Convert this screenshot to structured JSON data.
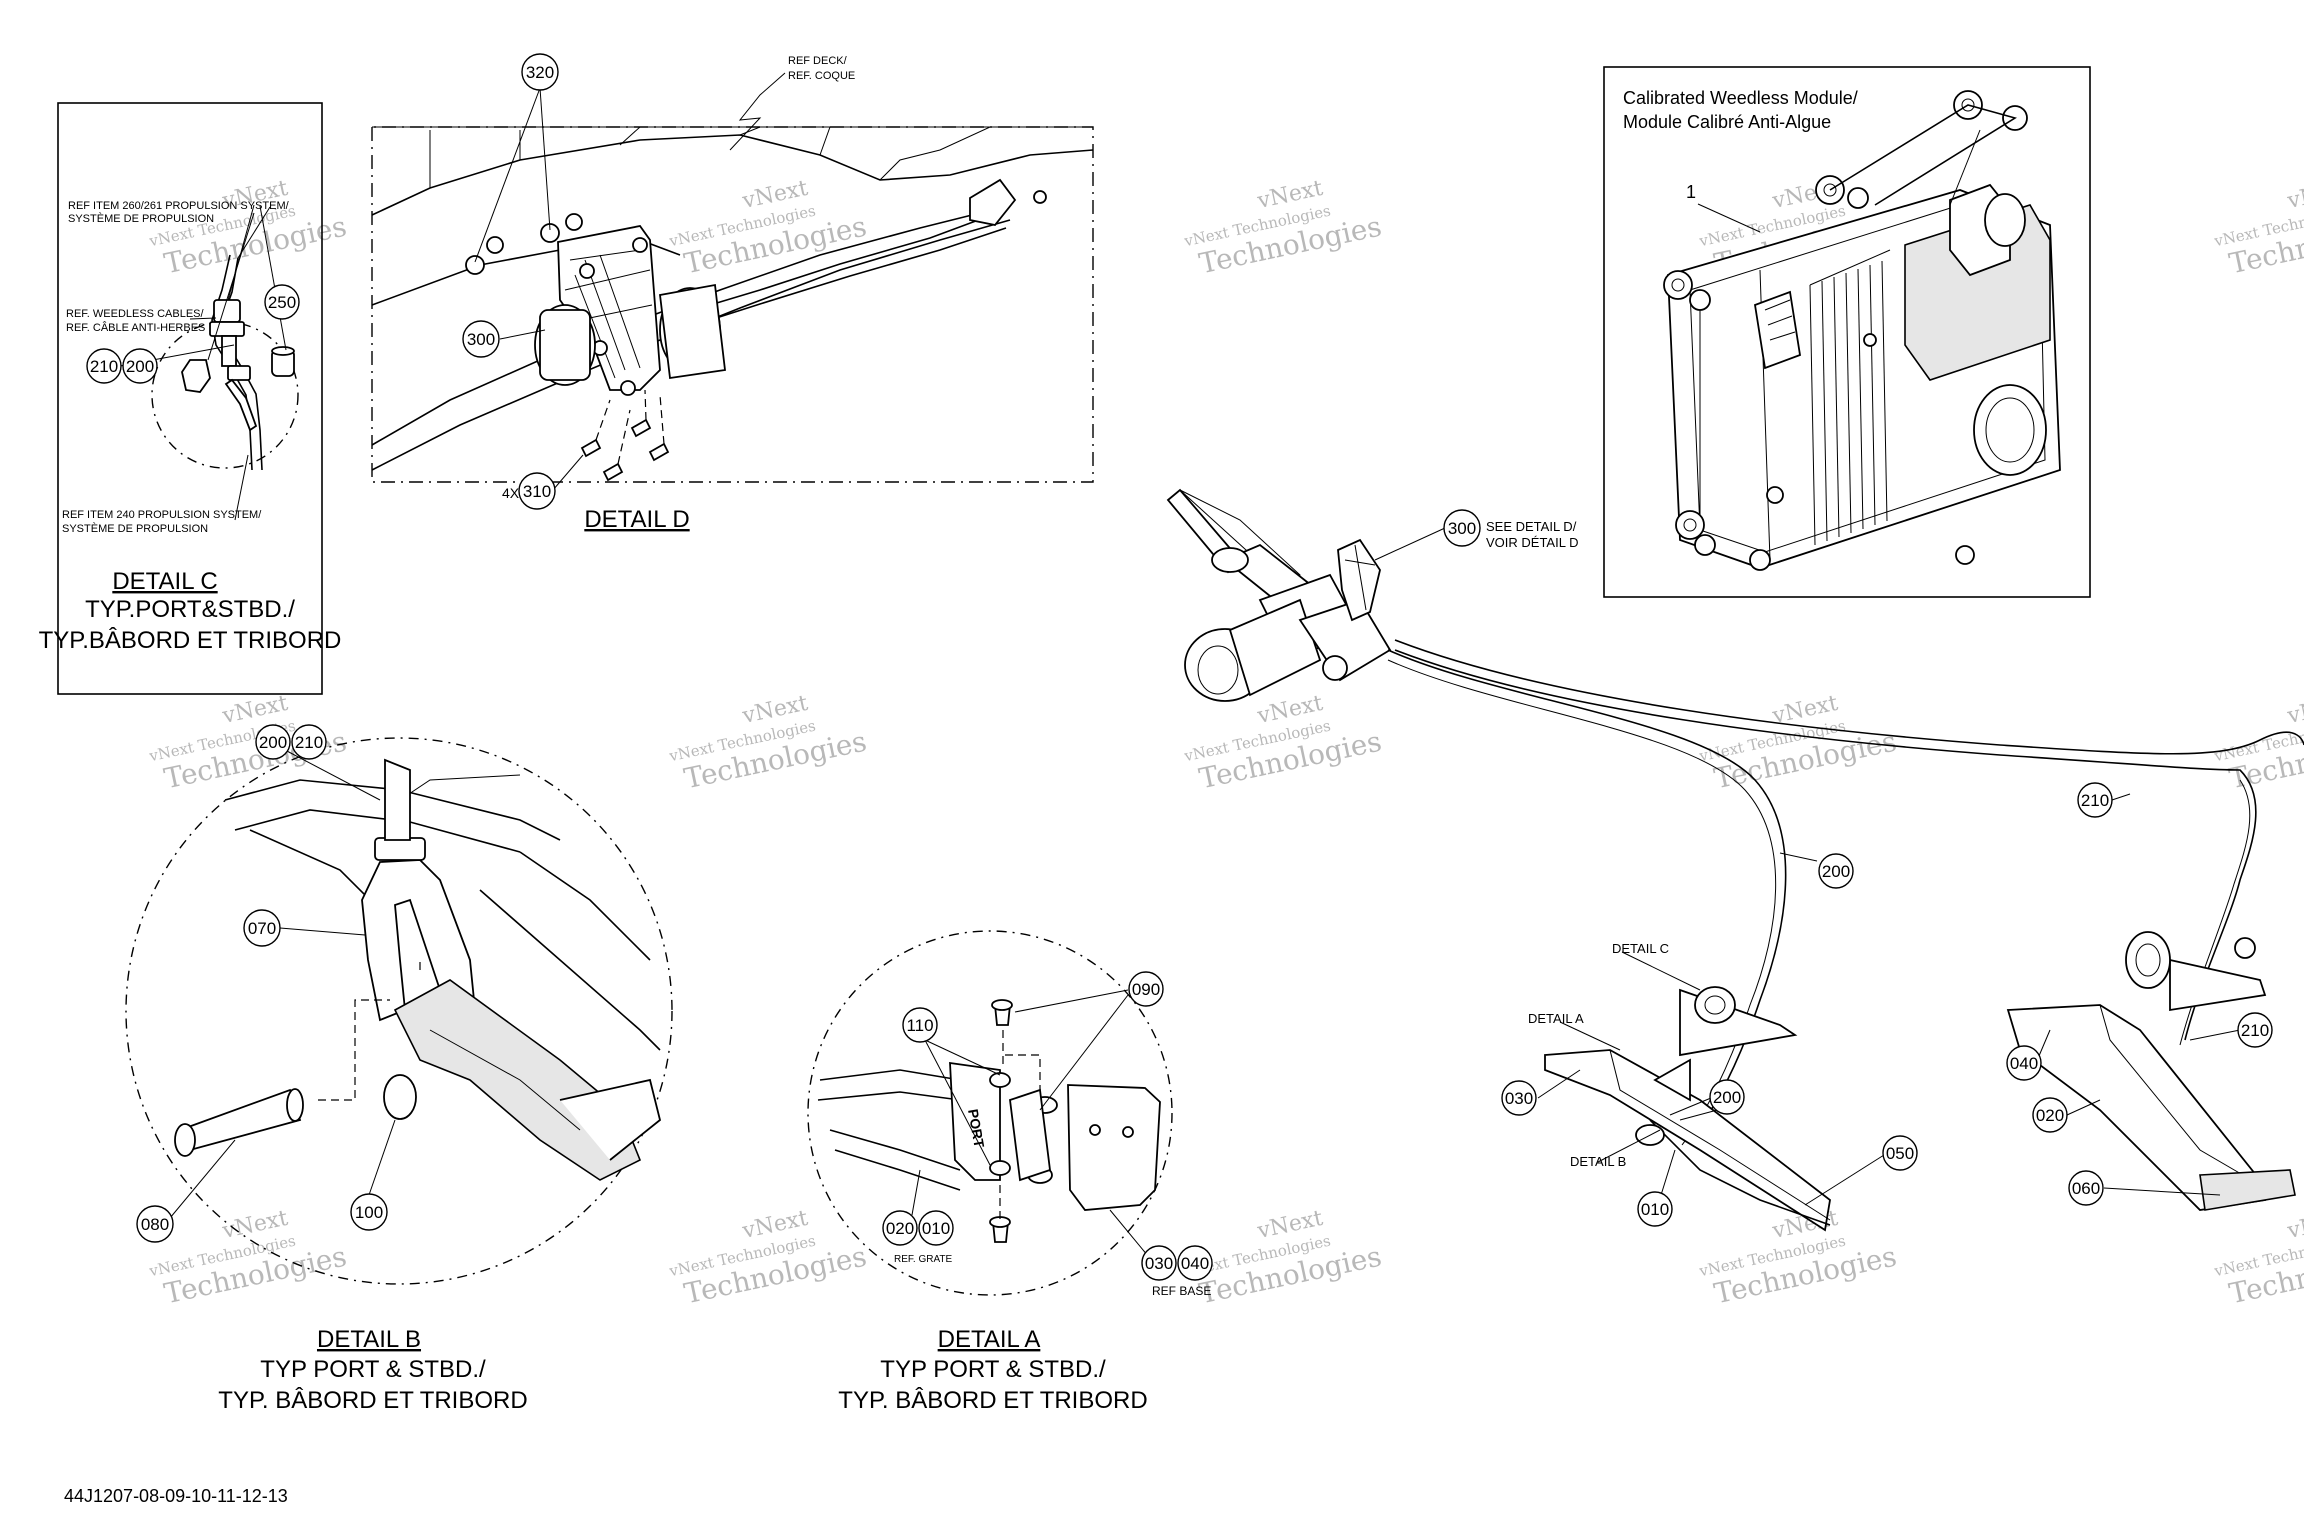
{
  "detail_d": {
    "ref_deck": [
      "REF DECK/",
      "REF. COQUE"
    ],
    "title": "DETAIL D",
    "qty_310": "4X"
  },
  "detail_c": {
    "ref_propulsion_top": [
      "REF ITEM 260/261 PROPULSION SYSTEM/",
      "SYSTÈME DE PROPULSION"
    ],
    "ref_cables": [
      "REF. WEEDLESS CABLES/",
      "REF. CÂBLE ANTI-HERBES"
    ],
    "ref_propulsion_bottom": [
      "REF ITEM 240 PROPULSION SYSTEM/",
      "SYSTÈME DE PROPULSION"
    ],
    "title": "DETAIL C",
    "typ_line1": "TYP.PORT&STBD./",
    "typ_line2": "TYP.BÂBORD ET TRIBORD"
  },
  "module_box": {
    "title_line1": "Calibrated Weedless Module/",
    "title_line2": "Module Calibré Anti-Algue",
    "item": "1"
  },
  "main_view": {
    "see_detail_d": [
      "SEE DETAIL D/",
      "VOIR DÉTAIL D"
    ],
    "detail_c_ref": "DETAIL C",
    "detail_a_ref": "DETAIL A",
    "detail_b_ref": "DETAIL B"
  },
  "detail_b": {
    "title": "DETAIL B",
    "typ_line1": "TYP PORT & STBD./",
    "typ_line2": "TYP. BÂBORD ET TRIBORD"
  },
  "detail_a": {
    "title": "DETAIL A",
    "typ_line1": "TYP PORT & STBD./",
    "typ_line2": "TYP. BÂBORD ET TRIBORD",
    "ref_grate": "REF. GRATE",
    "ref_base": "REF BASE",
    "port_mark": "PORT"
  },
  "callouts": [
    "320",
    "300",
    "310",
    "250",
    "210",
    "200",
    "070",
    "080",
    "100",
    "110",
    "090",
    "020",
    "010",
    "030",
    "040",
    "050",
    "060",
    "1"
  ],
  "watermark": {
    "line1": "vNext Technologies",
    "line2": "Technologies",
    "top": "vNext"
  },
  "footer": {
    "drawing_code": "44J1207-08-09-10-11-12-13"
  }
}
